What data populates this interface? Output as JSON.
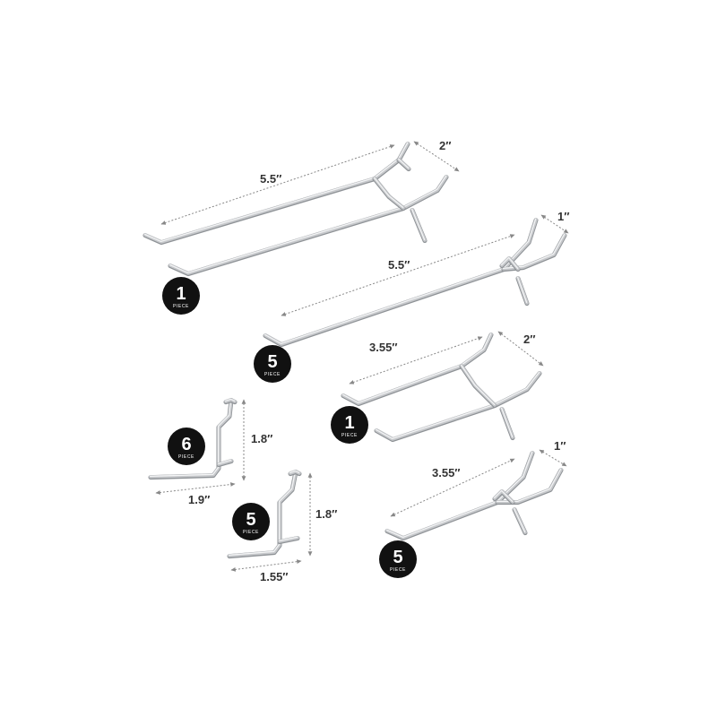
{
  "colors": {
    "background": "#ffffff",
    "badge": "#111111",
    "wire": "#c7c9cc",
    "wire_highlight": "#f4f5f6",
    "wire_shadow": "#8e9296",
    "dimension_line": "#888888",
    "label": "#333333"
  },
  "badge_word": "PIECE",
  "items": [
    {
      "name": "long-double-hook",
      "quantity": "1",
      "lengths": [
        "5.5″",
        "2″"
      ]
    },
    {
      "name": "long-single-hook",
      "quantity": "5",
      "lengths": [
        "5.5″",
        "1″"
      ]
    },
    {
      "name": "short-double-hook",
      "quantity": "1",
      "lengths": [
        "3.55″",
        "2″"
      ]
    },
    {
      "name": "short-single-hook",
      "quantity": "5",
      "lengths": [
        "3.55″",
        "1″"
      ]
    },
    {
      "name": "l-hook-large",
      "quantity": "6",
      "lengths": [
        "1.8″",
        "1.9″"
      ]
    },
    {
      "name": "l-hook-small",
      "quantity": "5",
      "lengths": [
        "1.8″",
        "1.55″"
      ]
    }
  ]
}
